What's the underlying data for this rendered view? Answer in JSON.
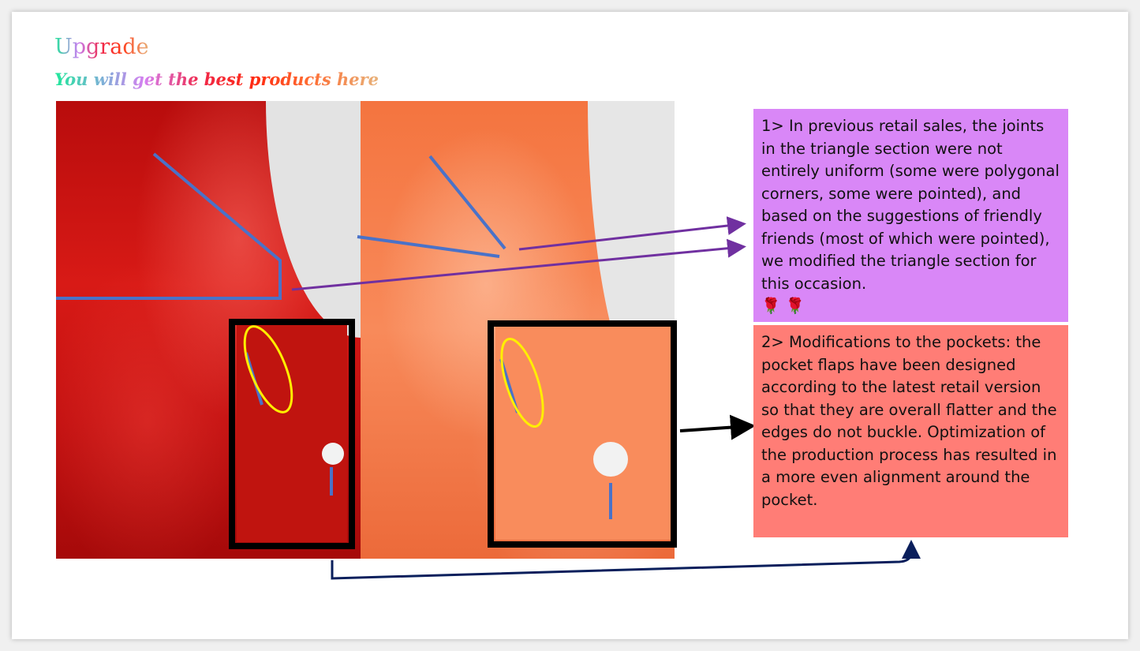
{
  "title": "Upgrade",
  "subtitle": "You will get the best products here",
  "notes": [
    {
      "text": "1> In previous retail sales, the joints in the triangle section were not entirely uniform (some were polygonal corners, some were pointed), and based on the suggestions of friendly friends (most of which were pointed), we modified the triangle section for this occasion.",
      "emoji": "🌹 🌹"
    },
    {
      "text": "2> Modifications to the pockets: the pocket flaps have been designed according to the latest retail version so that they are overall flatter and the edges do not buckle. Optimization of the production process has resulted in a more even alignment around the pocket."
    }
  ],
  "colors": {
    "note1": "#d987f7",
    "note2": "#ff7d76",
    "marker": "#4a72c8",
    "highlight": "#ffee00",
    "arrow": "#7030a0",
    "navy": "#0a1f5c"
  }
}
